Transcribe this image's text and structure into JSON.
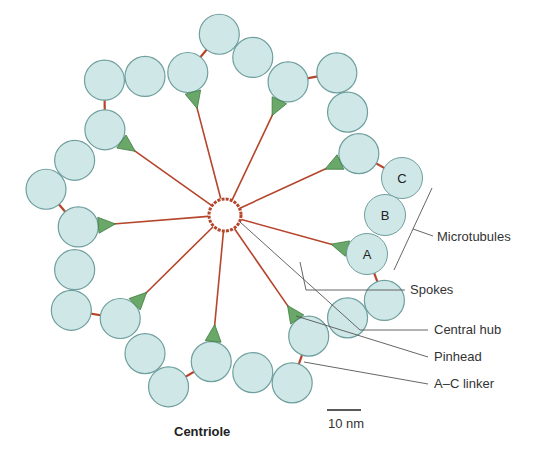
{
  "diagram": {
    "caption": "Centriole",
    "nodes": [
      {
        "text": [
          "C"
        ]
      },
      {
        "text": [
          "B"
        ]
      },
      {
        "text": [
          "A"
        ]
      }
    ],
    "labels": [
      "Microtubules",
      "Spokes",
      "Central hub",
      "Pinhead",
      "A–C linker",
      "10 nm"
    ]
  }
}
